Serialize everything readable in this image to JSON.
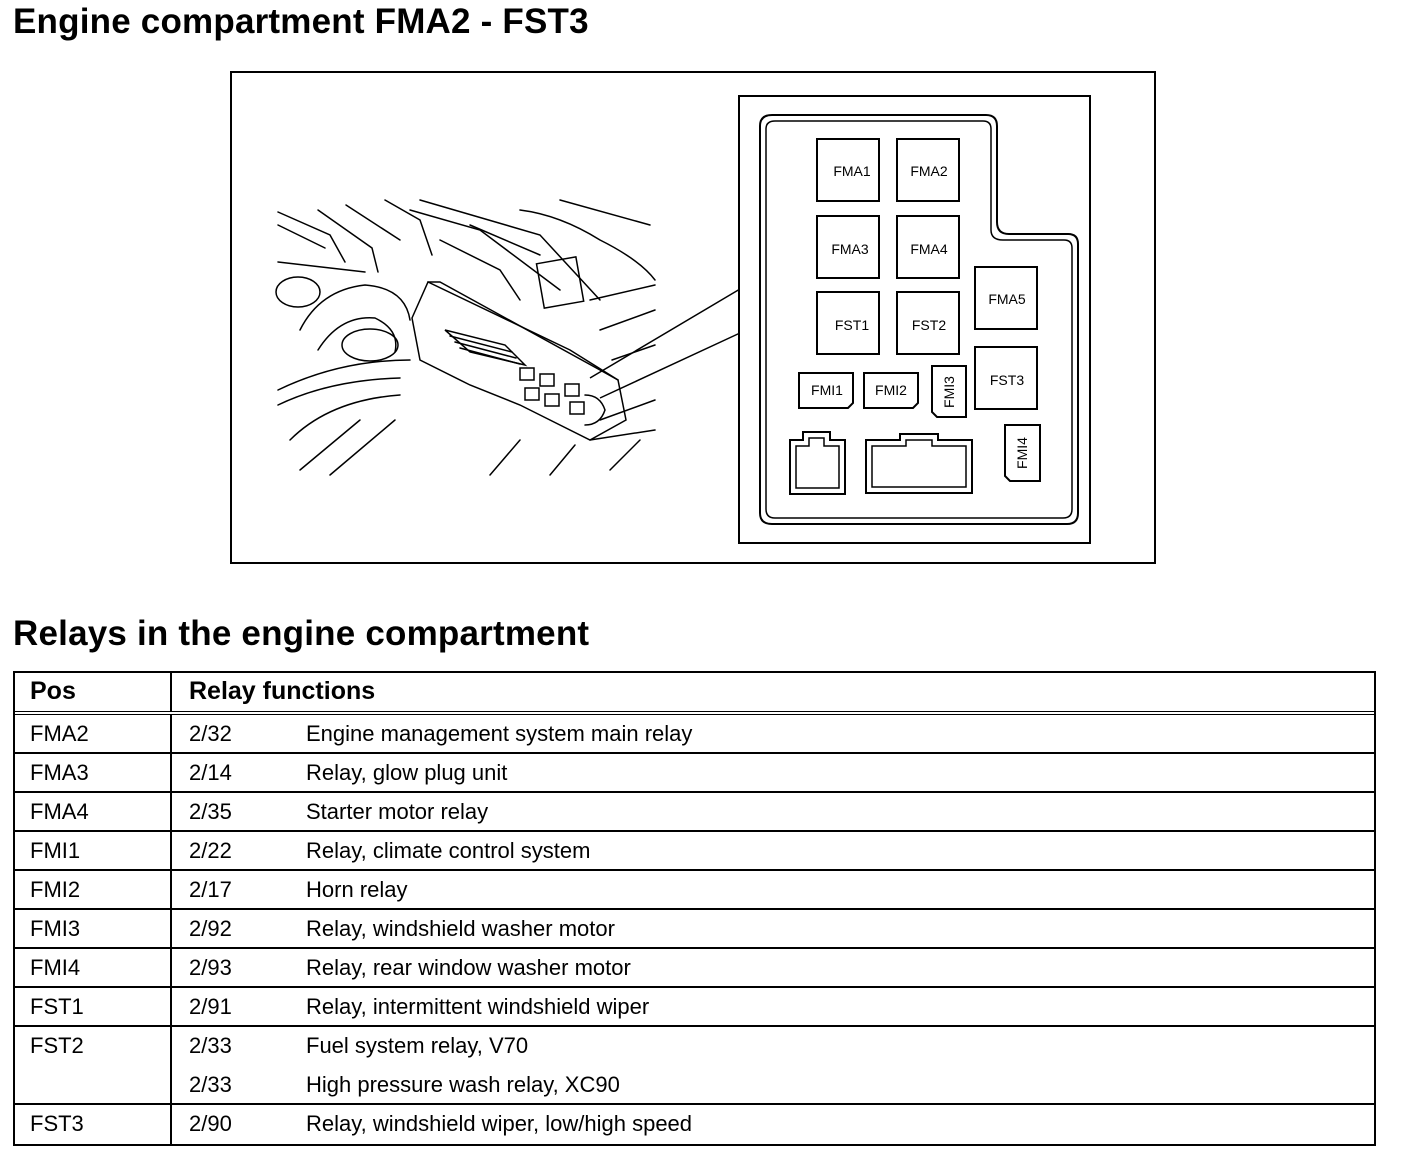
{
  "title": "Engine compartment FMA2 - FST3",
  "section_title": "Relays in the engine compartment",
  "diagram": {
    "relay_labels": {
      "fma1": "FMA1",
      "fma2": "FMA2",
      "fma3": "FMA3",
      "fma4": "FMA4",
      "fma5": "FMA5",
      "fst1": "FST1",
      "fst2": "FST2",
      "fst3": "FST3",
      "fmi1": "FMI1",
      "fmi2": "FMI2",
      "fmi3": "FMI3",
      "fmi4": "FMI4"
    }
  },
  "table": {
    "headers": {
      "pos": "Pos",
      "functions": "Relay functions"
    },
    "rows": [
      {
        "pos": "FMA2",
        "entries": [
          {
            "code": "2/32",
            "desc": "Engine management system main relay"
          }
        ]
      },
      {
        "pos": "FMA3",
        "entries": [
          {
            "code": "2/14",
            "desc": "Relay, glow plug unit"
          }
        ]
      },
      {
        "pos": "FMA4",
        "entries": [
          {
            "code": "2/35",
            "desc": "Starter motor relay"
          }
        ]
      },
      {
        "pos": "FMI1",
        "entries": [
          {
            "code": "2/22",
            "desc": "Relay, climate control system"
          }
        ]
      },
      {
        "pos": "FMI2",
        "entries": [
          {
            "code": "2/17",
            "desc": "Horn relay"
          }
        ]
      },
      {
        "pos": "FMI3",
        "entries": [
          {
            "code": "2/92",
            "desc": "Relay, windshield washer motor"
          }
        ]
      },
      {
        "pos": "FMI4",
        "entries": [
          {
            "code": "2/93",
            "desc": "Relay, rear window washer motor"
          }
        ]
      },
      {
        "pos": "FST1",
        "entries": [
          {
            "code": "2/91",
            "desc": "Relay, intermittent windshield wiper"
          }
        ]
      },
      {
        "pos": "FST2",
        "entries": [
          {
            "code": "2/33",
            "desc": "Fuel system relay, V70"
          },
          {
            "code": "2/33",
            "desc": "High pressure wash relay, XC90"
          }
        ]
      },
      {
        "pos": "FST3",
        "entries": [
          {
            "code": "2/90",
            "desc": "Relay, windshield wiper, low/high speed"
          }
        ]
      }
    ]
  }
}
